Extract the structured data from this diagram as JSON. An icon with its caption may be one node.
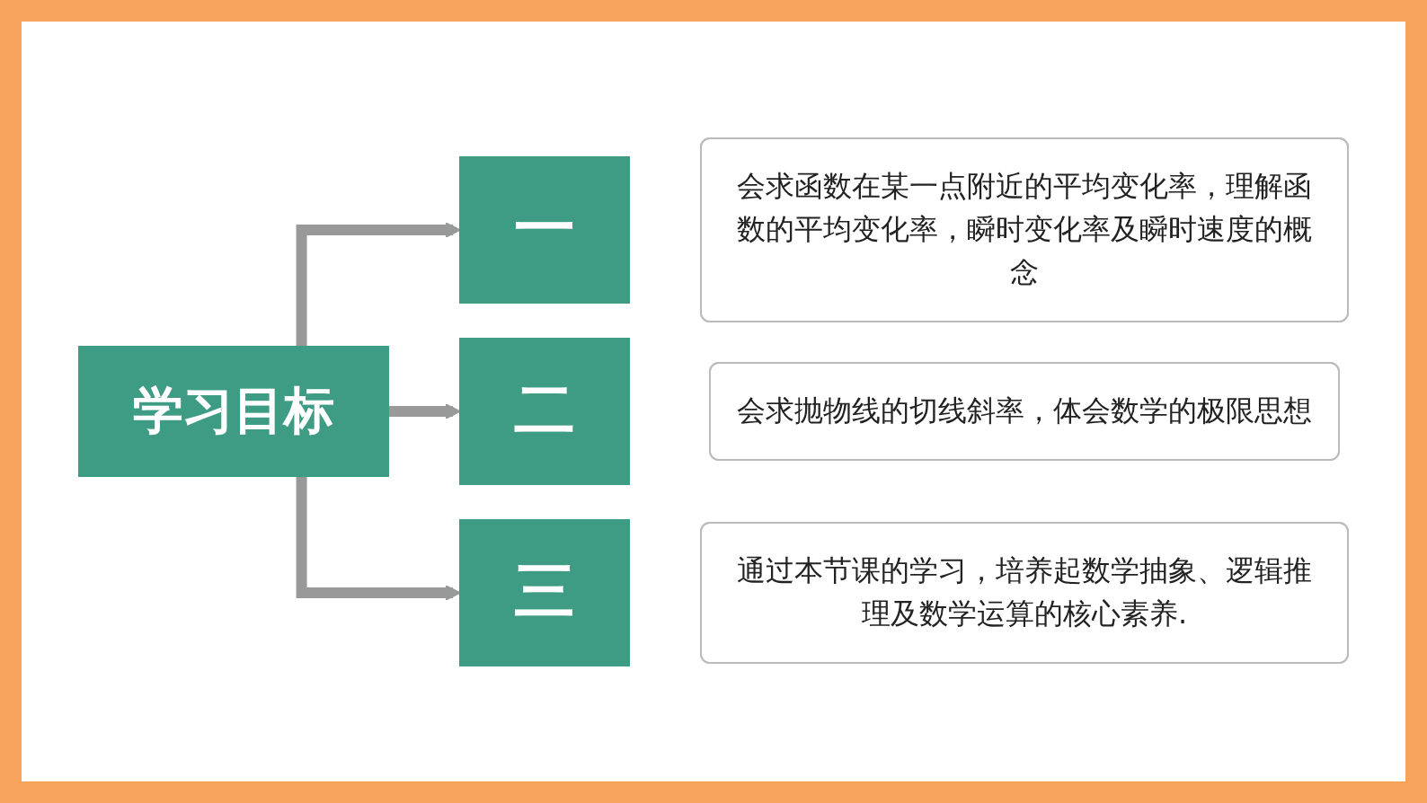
{
  "diagram": {
    "nodes": [
      {
        "text": [
          "学习目标"
        ]
      },
      {
        "text": [
          "一"
        ]
      },
      {
        "text": [
          "会求函数在某一点附近的平均变化率，理解函数的平均变化率，瞬时变化率及瞬时速度的概念"
        ]
      },
      {
        "text": [
          "二"
        ]
      },
      {
        "text": [
          "会求抛物线的切线斜率，体会数学的极限思想"
        ]
      },
      {
        "text": [
          "三"
        ]
      },
      {
        "text": [
          "通过本节课的学习，培养起数学抽象、逻辑推理及数学运算的核心素养."
        ]
      }
    ],
    "edges": [
      {
        "from": 0,
        "to": 1,
        "arrow": "to"
      },
      {
        "from": 0,
        "to": 3,
        "arrow": "to"
      },
      {
        "from": 0,
        "to": 5,
        "arrow": "to"
      }
    ]
  }
}
